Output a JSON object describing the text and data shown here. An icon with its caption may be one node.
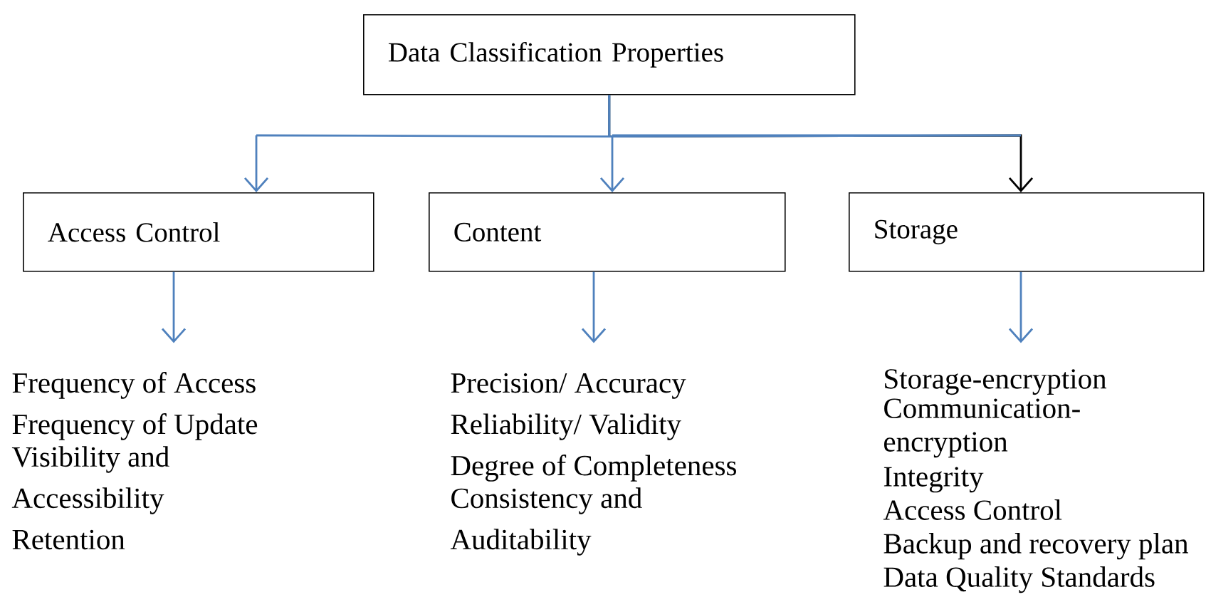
{
  "diagram": {
    "nodes": [
      {
        "text": [
          "Data Classification Properties"
        ]
      },
      {
        "text": [
          "Access Control"
        ]
      },
      {
        "text": [
          "Content"
        ]
      },
      {
        "text": [
          "Storage"
        ]
      },
      {
        "text": [
          "Frequency of Access",
          "Frequency of Update",
          "Visibility and Accessibility Retention"
        ]
      },
      {
        "text": [
          "Precision/ Accuracy",
          "Reliability/ Validity",
          "Degree of Completeness",
          "Consistency and Auditability"
        ]
      },
      {
        "text": [
          "Storage-encryption",
          "Communication-encryption",
          "Integrity",
          "Access Control",
          "Backup and recovery plan",
          "Data Quality Standards"
        ]
      }
    ],
    "edges": [
      {
        "from": 0,
        "to": 1,
        "arrow": "to"
      },
      {
        "from": 0,
        "to": 2,
        "arrow": "to"
      },
      {
        "from": 0,
        "to": 3,
        "arrow": "to",
        "color": "#000000"
      },
      {
        "from": 1,
        "to": 4,
        "arrow": "to"
      },
      {
        "from": 2,
        "to": 5,
        "arrow": "to"
      },
      {
        "from": 3,
        "to": 6,
        "arrow": "to"
      }
    ]
  }
}
